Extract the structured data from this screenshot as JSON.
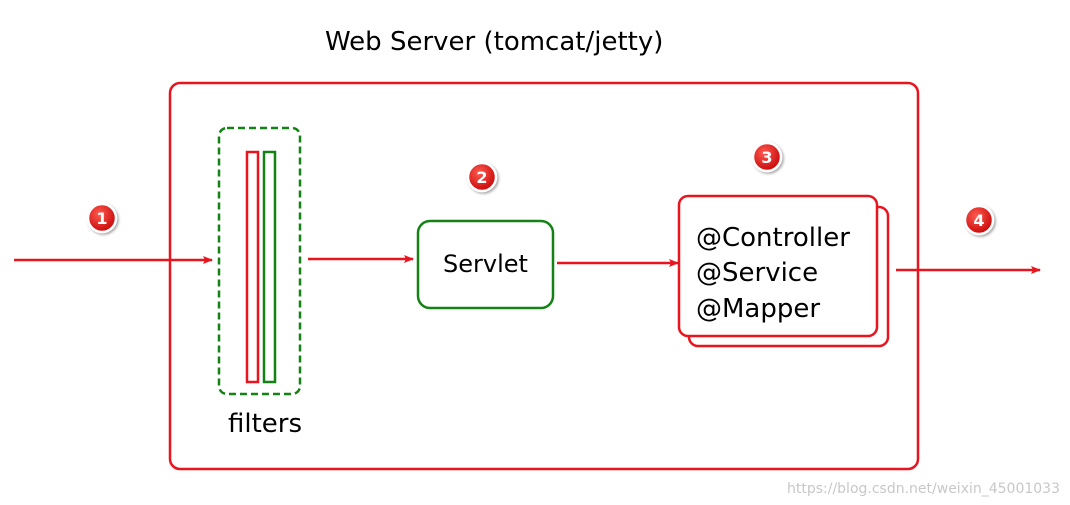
{
  "title": "Web Server (tomcat/jetty)",
  "filters_label": "filters",
  "servlet_label": "Servlet",
  "components": [
    "@Controller",
    "@Service",
    "@Mapper"
  ],
  "steps": [
    "1",
    "2",
    "3",
    "4"
  ],
  "watermark": "https://blog.csdn.net/weixin_45001033",
  "colors": {
    "red": "#e8141e",
    "green": "#148214",
    "badge": "#e01010"
  }
}
